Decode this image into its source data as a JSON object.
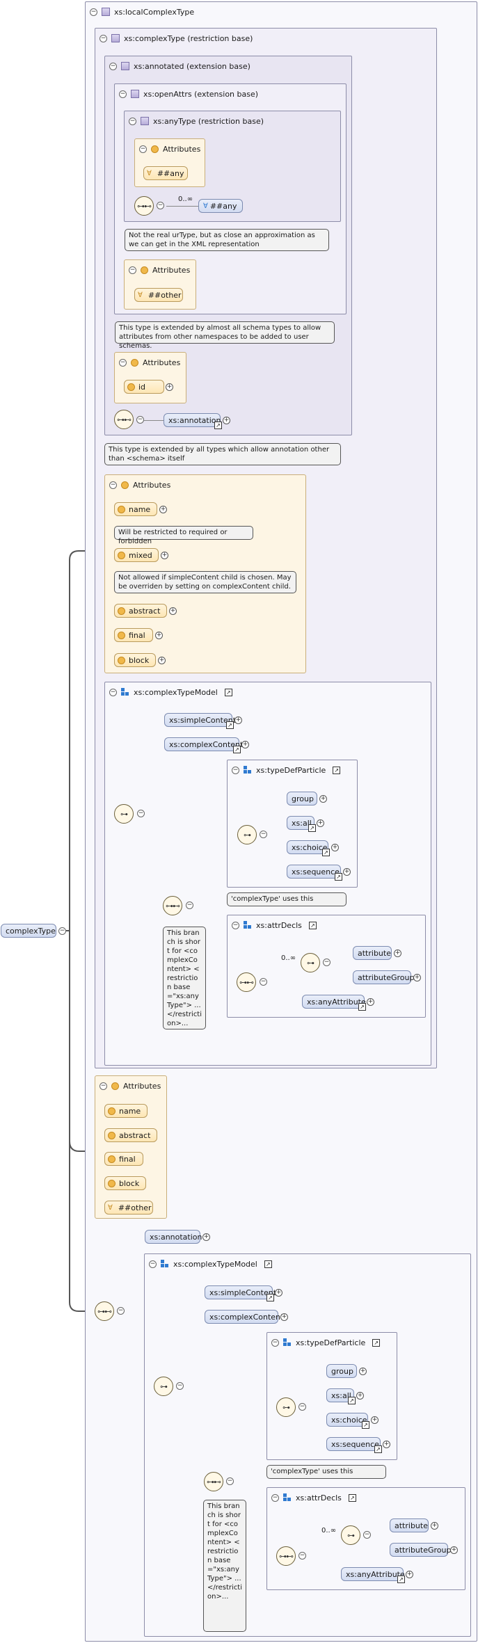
{
  "root": {
    "label": "complexType",
    "collapse": "-"
  },
  "local_complex_type": {
    "label": "xs:localComplexType"
  },
  "complex_type": {
    "label": "xs:complexType (restriction base)"
  },
  "annotated": {
    "label": "xs:annotated (extension base)"
  },
  "open_attrs": {
    "label": "xs:openAttrs (extension base)"
  },
  "any_type": {
    "label": "xs:anyType (restriction base)",
    "attributes_label": "Attributes",
    "any_attr": "##any",
    "seq_card": "0..∞",
    "any_elem": "##any",
    "note": "Not the real urType, but as close an approximation as we can get in the XML representation"
  },
  "open_attrs_attrs": {
    "label": "Attributes",
    "other": "##other"
  },
  "open_attrs_note": "This type is extended by almost all schema types to allow attributes from other namespaces to be added to user schemas.",
  "annotated_attrs": {
    "label": "Attributes",
    "id": "id"
  },
  "annotated_seq": {
    "annotation": "xs:annotation"
  },
  "annotated_note": "This type is extended by all types which allow annotation other than &lt;schema&gt; itself",
  "ct_attrs": {
    "label": "Attributes",
    "name": "name",
    "name_note": "Will be restricted to required or forbidden",
    "mixed": "mixed",
    "mixed_note": "Not allowed if simpleContent child is chosen. May be overriden by setting on complexContent child.",
    "abstract": "abstract",
    "final": "final",
    "block": "block"
  },
  "model1": {
    "label": "xs:complexTypeModel",
    "simple": "xs:simpleContent",
    "complex": "xs:complexContent",
    "tdp_label": "xs:typeDefParticle",
    "group": "group",
    "all": "xs:all",
    "choice": "xs:choice",
    "sequence": "xs:sequence",
    "tdp_note": "'complexType' uses this",
    "branch_note": "This branch is short for &lt;complexContent&gt; &lt;restriction base=\"xs:anyType\"&gt; ... &lt;/restriction&gt;...",
    "ad_label": "xs:attrDecls",
    "ad_card": "0..∞",
    "attribute": "attribute",
    "attribute_group": "attributeGroup",
    "any_attribute": "xs:anyAttribute"
  },
  "local_attrs": {
    "label": "Attributes",
    "name": "name",
    "abstract": "abstract",
    "final": "final",
    "block": "block",
    "other": "##other"
  },
  "seq2": {
    "annotation": "xs:annotation"
  },
  "model2": {
    "label": "xs:complexTypeModel",
    "simple": "xs:simpleContent",
    "complex": "xs:complexContent",
    "tdp_label": "xs:typeDefParticle",
    "group": "group",
    "all": "xs:all",
    "choice": "xs:choice",
    "sequence": "xs:sequence",
    "tdp_note": "'complexType' uses this",
    "branch_note": "This branch is short for &lt;complexContent&gt; &lt;restriction base=\"xs:anyType\"&gt; ... &lt;/restriction&gt;...",
    "ad_label": "xs:attrDecls",
    "ad_card": "0..∞",
    "attribute": "attribute",
    "attribute_group": "attributeGroup",
    "any_attribute": "xs:anyAttribute"
  },
  "colors": {
    "element_fill": "#d2dcf1",
    "attribute_fill": "#fde6b4",
    "type_box": "#f1eff8",
    "note_fill": "#f2f2f2"
  },
  "icons": {
    "collapse": "minus-circle",
    "expand": "plus-circle",
    "sequence": "sequence-compositor",
    "choice": "choice-compositor",
    "wildcard": "wildcard-icon",
    "link": "link-arrow"
  }
}
